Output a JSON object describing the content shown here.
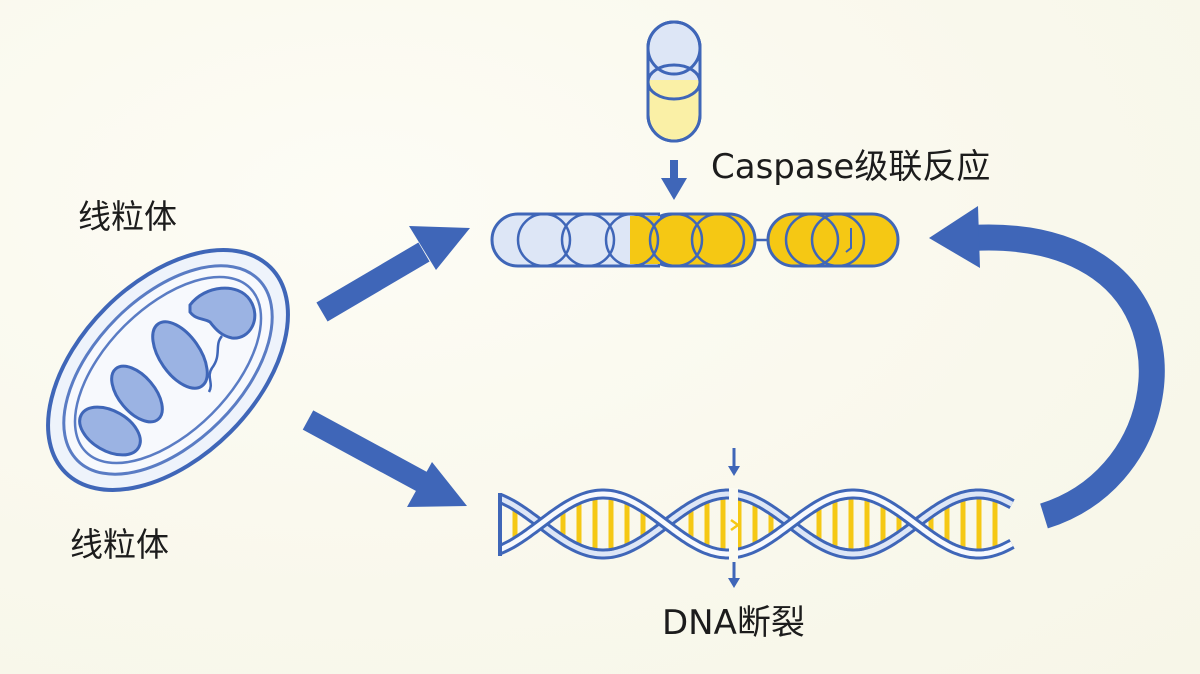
{
  "labels": {
    "mitochondrion_top": "线粒体",
    "mitochondrion_bottom": "线粒体",
    "caspase": "Caspase级联反应",
    "dna": "DNA断裂"
  },
  "colors": {
    "background": "#fbfaf1",
    "blue_dark": "#3f66b8",
    "blue_mid": "#8fabe0",
    "blue_light": "#dde6f6",
    "yellow": "#f5c814",
    "yellow_light": "#faf0a6",
    "text": "#1c1c1c"
  },
  "icons": [
    "mitochondrion-icon",
    "procaspase-capsule-icon",
    "caspase-chain-icon",
    "dna-helix-icon",
    "arrow-icon",
    "curved-feedback-arrow-icon"
  ]
}
